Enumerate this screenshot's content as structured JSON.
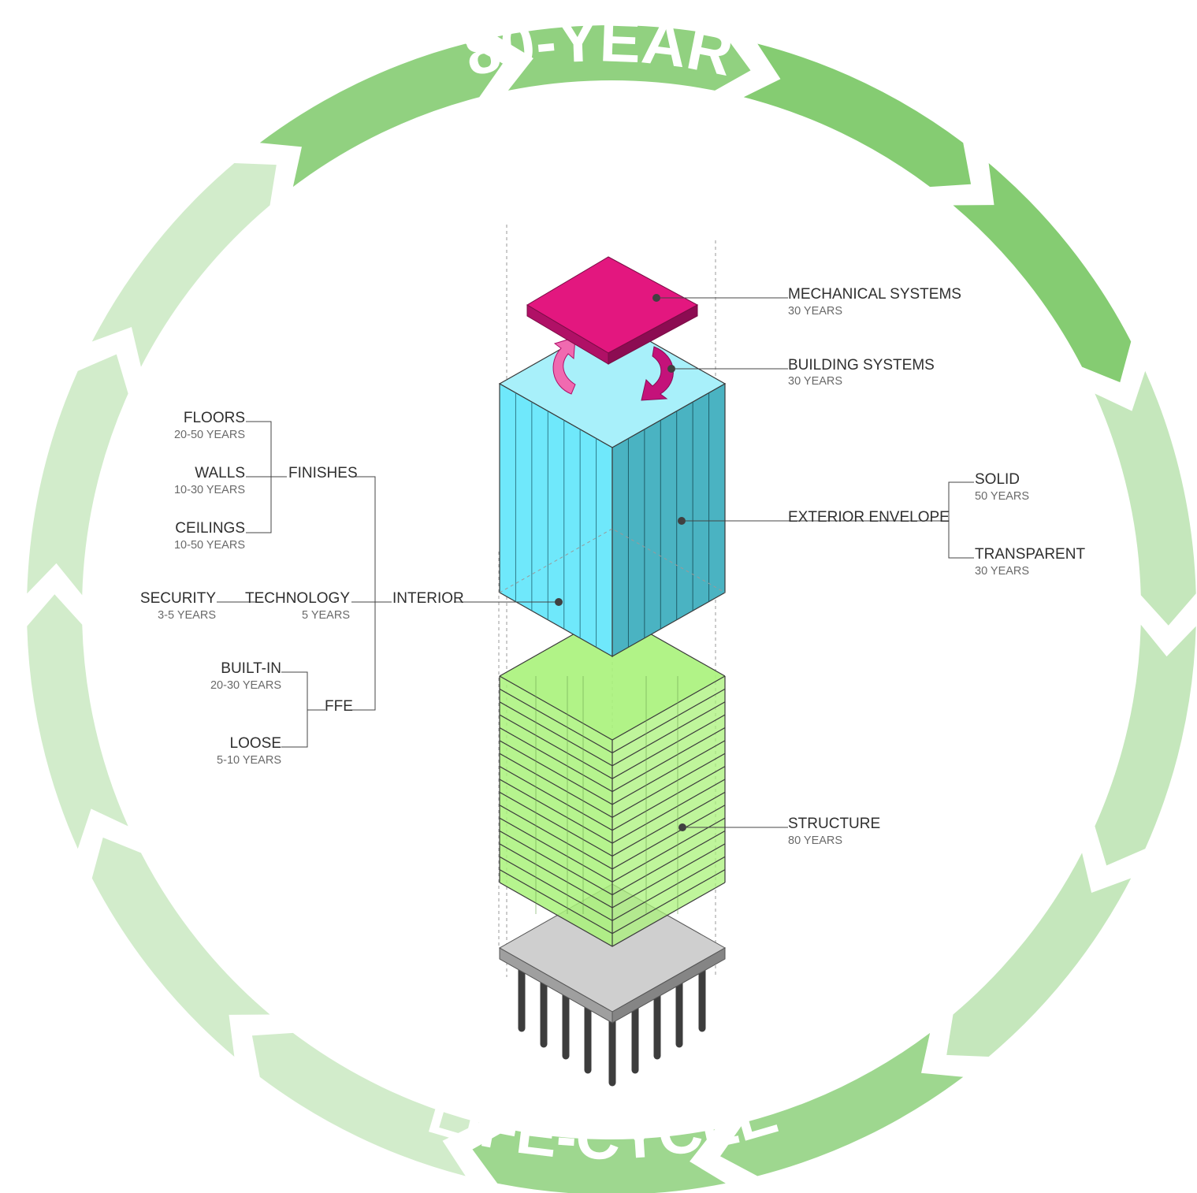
{
  "ring": {
    "top_title": "80-YEAR",
    "bottom_title": "LIFE-CYCLE",
    "color": "#7ec96a"
  },
  "layers": {
    "mechanical_color": "#e3177f",
    "envelope_color": "#4fd3ee",
    "structure_color": "#a9f27a",
    "foundation_color": "#bdbdbd",
    "arrow_color": "#c4127a"
  },
  "labels": {
    "mechanical": {
      "name": "MECHANICAL SYSTEMS",
      "years": "30 YEARS"
    },
    "building": {
      "name": "BUILDING SYSTEMS",
      "years": "30 YEARS"
    },
    "exterior": {
      "name": "EXTERIOR ENVELOPE"
    },
    "solid": {
      "name": "SOLID",
      "years": "50 YEARS"
    },
    "transparent": {
      "name": "TRANSPARENT",
      "years": "30 YEARS"
    },
    "structure": {
      "name": "STRUCTURE",
      "years": "80 YEARS"
    },
    "floors": {
      "name": "FLOORS",
      "years": "20-50 YEARS"
    },
    "walls": {
      "name": "WALLS",
      "years": "10-30 YEARS"
    },
    "ceilings": {
      "name": "CEILINGS",
      "years": "10-50 YEARS"
    },
    "finishes": {
      "name": "FINISHES"
    },
    "security": {
      "name": "SECURITY",
      "years": "3-5 YEARS"
    },
    "technology": {
      "name": "TECHNOLOGY",
      "years": "5 YEARS"
    },
    "interior": {
      "name": "INTERIOR"
    },
    "builtin": {
      "name": "BUILT-IN",
      "years": "20-30 YEARS"
    },
    "loose": {
      "name": "LOOSE",
      "years": "5-10 YEARS"
    },
    "ffe": {
      "name": "FFE"
    }
  }
}
